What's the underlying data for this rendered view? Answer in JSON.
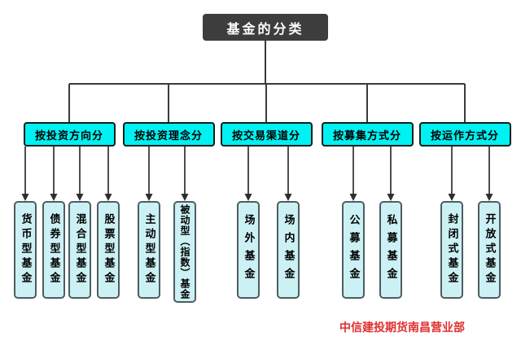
{
  "title": "基金的分类",
  "footer": {
    "text": "中信建投期货南昌营业部"
  },
  "colors": {
    "root_bg": "#3d3d3d",
    "root_text": "#ffffff",
    "category_bg": "#00f1f1",
    "category_border": "#101e1e",
    "category_text": "#000000",
    "leaf_bg": "#ccf1f5",
    "leaf_border": "#4d5d60",
    "line": "#3a3a3a",
    "arrow": "#2e2e2e",
    "footer_text": "#e02f2f"
  },
  "tree": {
    "root": "基金的分类",
    "groups": [
      {
        "label": "按投资方向分",
        "children": [
          "货币型基金",
          "债券型基金",
          "混合型基金",
          "股票型基金"
        ]
      },
      {
        "label": "按投资理念分",
        "children": [
          "主动型基金",
          "被动型（指数）基金"
        ]
      },
      {
        "label": "按交易渠道分",
        "children": [
          "场外基金",
          "场内基金"
        ]
      },
      {
        "label": "按募集方式分",
        "children": [
          "公募基金",
          "私募基金"
        ]
      },
      {
        "label": "按运作方式分",
        "children": [
          "封闭式基金",
          "开放式基金"
        ]
      }
    ]
  }
}
